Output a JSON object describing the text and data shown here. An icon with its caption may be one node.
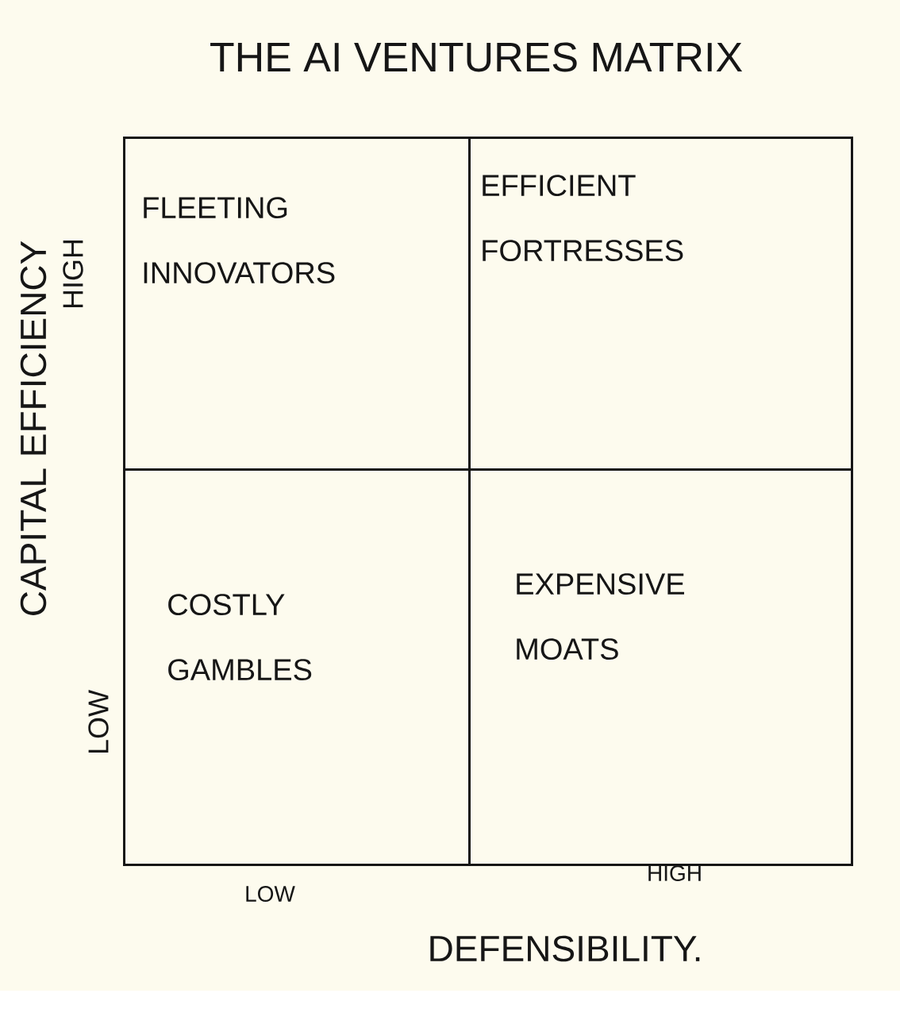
{
  "diagram": {
    "title": "THE AI VENTURES MATRIX",
    "nodes": [
      {
        "text": [
          "FLEETING INNOVATORS"
        ]
      },
      {
        "text": [
          "EFFICIENT FORTRESSES"
        ]
      },
      {
        "text": [
          "COSTLY GAMBLES"
        ]
      },
      {
        "text": [
          "EXPENSIVE MOATS"
        ]
      }
    ],
    "labels": [
      "CAPITAL EFFICIENCY",
      "HIGH",
      "LOW",
      "LOW",
      "HIGH",
      "DEFENSIBILITY."
    ]
  }
}
